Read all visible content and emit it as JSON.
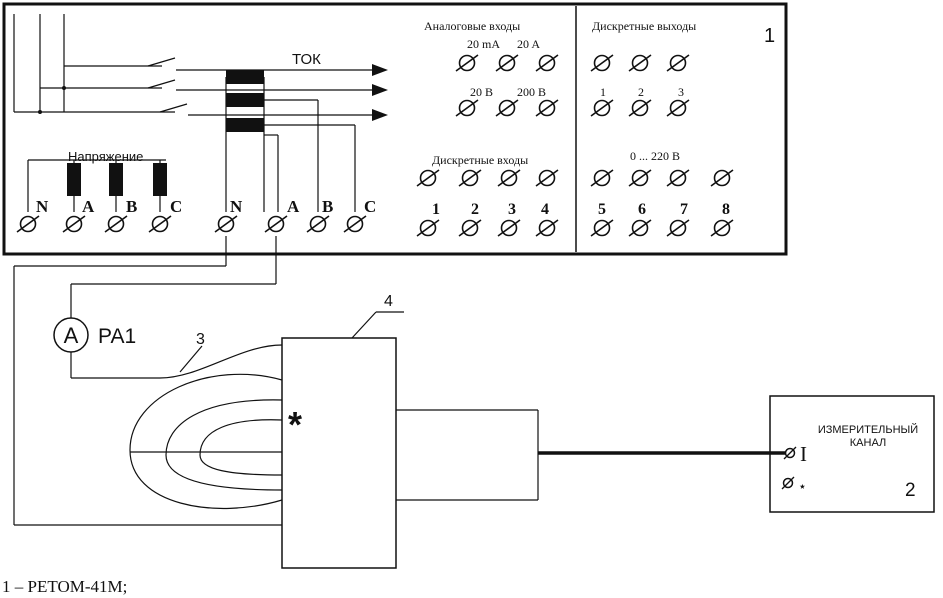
{
  "device": {
    "number": "1",
    "tok_label": "ТОК",
    "voltage_label": "Напряжение",
    "voltage_terminals": [
      "N",
      "A",
      "B",
      "C"
    ],
    "current_terminals": [
      "N",
      "A",
      "B",
      "C"
    ],
    "analog_inputs": {
      "title": "Аналоговые входы",
      "row1_labels": [
        "20 mA",
        "20 A"
      ],
      "row2_labels": [
        "20 B",
        "200 B"
      ]
    },
    "discrete_outputs": {
      "title": "Дискретные выходы",
      "row2_labels": [
        "1",
        "2",
        "3"
      ],
      "voltage_label": "0 ... 220 В",
      "row4_labels": [
        "5",
        "6",
        "7",
        "8"
      ]
    },
    "discrete_inputs": {
      "title": "Дискретные входы",
      "labels": [
        "1",
        "2",
        "3",
        "4"
      ]
    }
  },
  "ammeter": {
    "symbol": "A",
    "label": "PA1"
  },
  "clamp_number": "3",
  "sensor": {
    "number": "4",
    "marker": "*"
  },
  "channel": {
    "number": "2",
    "title_line1": "ИЗМЕРИТЕЛЬНЫЙ",
    "title_line2": "КАНАЛ",
    "input_i": "I",
    "input_star": "⋆"
  },
  "caption": "1 – РЕТОМ-41М;"
}
